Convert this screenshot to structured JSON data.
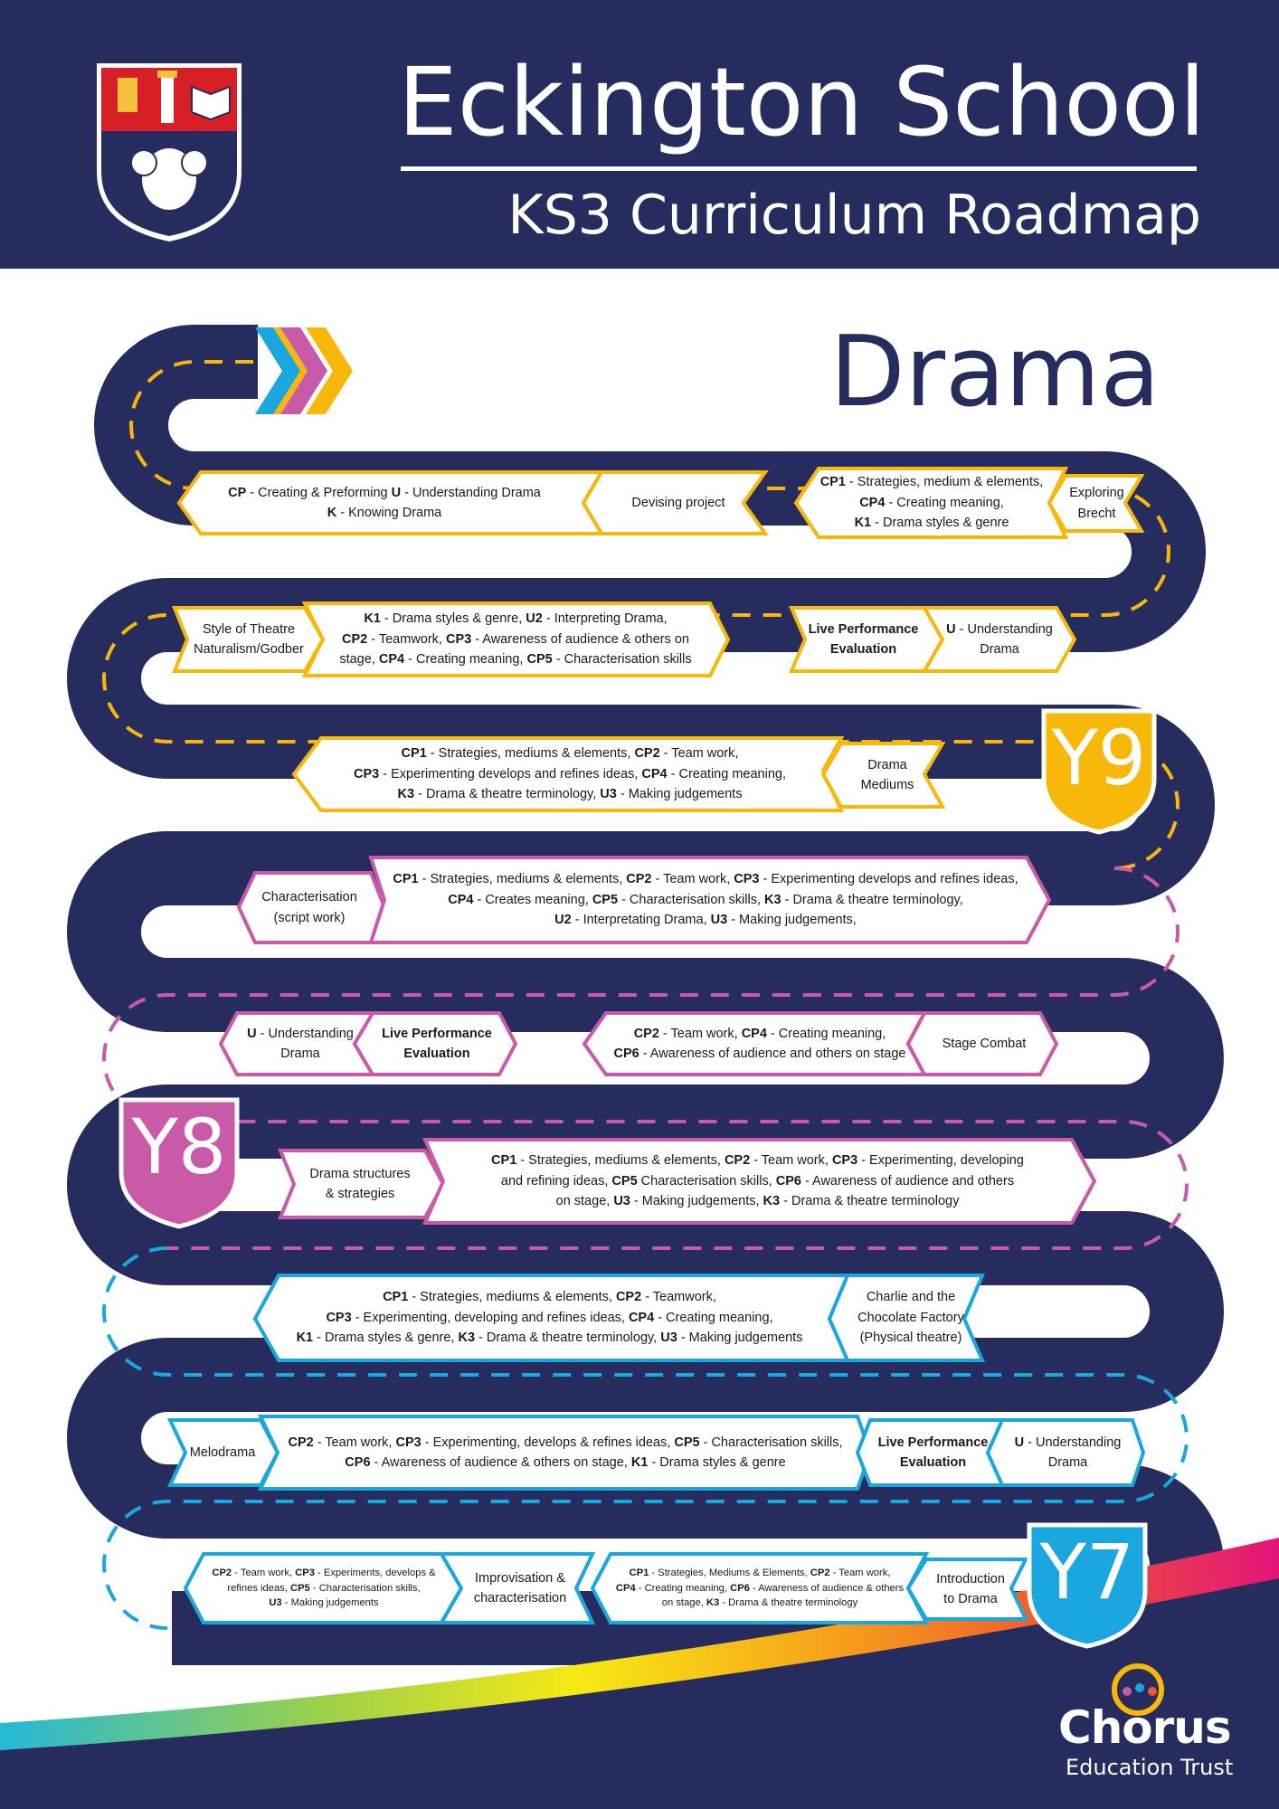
{
  "header": {
    "school": "Eckington School",
    "subtitle": "KS3 Curriculum Roadmap"
  },
  "subject": "Drama",
  "colors": {
    "navy": "#262c5e",
    "y9": "#f7b80a",
    "y8": "#c95aa8",
    "y7": "#1aa7e0"
  },
  "legend": {
    "line1": "CP - Creating & Preforming  U -  Understanding Drama",
    "line2": "K -  Knowing Drama"
  },
  "year9": {
    "marker": "Y9",
    "devising": "Devising project",
    "brecht_objectives": [
      "CP1 - Strategies, medium & elements,",
      "CP4 - Creating meaning,",
      "K1 - Drama styles & genre"
    ],
    "brecht": [
      "Exploring",
      "Brecht"
    ],
    "style_of_theatre": [
      "Style of Theatre",
      "Naturalism/Godber"
    ],
    "style_objectives": [
      "K1 - Drama styles & genre, U2 - Interpreting Drama,",
      "CP2 - Teamwork, CP3 - Awareness of audience & others on",
      "stage, CP4 - Creating meaning, CP5 - Characterisation skills"
    ],
    "live_performance": [
      "Live Performance",
      "Evaluation"
    ],
    "understanding": [
      "U - Understanding",
      "Drama"
    ],
    "mediums_objectives": [
      "CP1 - Strategies, mediums & elements, CP2 - Team work,",
      "CP3 - Experimenting develops and refines ideas,  CP4 - Creating meaning,",
      "K3 - Drama & theatre terminology, U3 - Making judgements"
    ],
    "drama_mediums": [
      "Drama",
      "Mediums"
    ]
  },
  "year8": {
    "marker": "Y8",
    "characterisation": [
      "Characterisation",
      "(script work)"
    ],
    "char_objectives": [
      "CP1 - Strategies, mediums & elements, CP2 - Team work, CP3 - Experimenting develops and refines ideas,",
      "CP4 - Creates meaning, CP5 - Characterisation skills, K3 -  Drama & theatre terminology,",
      "U2 -  Interpretating Drama, U3 -  Making judgements,"
    ],
    "understanding": [
      "U - Understanding",
      "Drama"
    ],
    "live_performance": [
      "Live Performance",
      "Evaluation"
    ],
    "combat_objectives": [
      "CP2 - Team work, CP4 - Creating meaning,",
      "CP6 - Awareness of audience and others on stage"
    ],
    "stage_combat": "Stage Combat",
    "structures": [
      "Drama structures",
      "& strategies"
    ],
    "structures_objectives": [
      "CP1 - Strategies, mediums & elements, CP2 - Team work,  CP3 - Experimenting, developing",
      "and refining ideas, CP5 Characterisation skills, CP6 - Awareness of audience and others",
      "on stage, U3 - Making judgements,   K3 - Drama & theatre terminology"
    ]
  },
  "year7": {
    "marker": "Y7",
    "charlie_objectives": [
      "CP1 - Strategies, mediums & elements, CP2 - Teamwork,",
      "CP3 - Experimenting, developing and refines ideas, CP4 - Creating meaning,",
      "K1 - Drama styles & genre, K3 - Drama & theatre terminology, U3 - Making judgements"
    ],
    "charlie": [
      "Charlie and the",
      "Chocolate Factory",
      "(Physical theatre)"
    ],
    "melodrama": "Melodrama",
    "melodrama_objectives": [
      "CP2 - Team work, CP3 - Experimenting, develops & refines ideas, CP5 - Characterisation skills,",
      "CP6 - Awareness of audience & others on stage, K1 - Drama styles & genre"
    ],
    "live_performance": [
      "Live Performance",
      "Evaluation"
    ],
    "understanding": [
      "U - Understanding",
      "Drama"
    ],
    "impro_objectives": [
      "CP2 - Team work, CP3 - Experiments, develops &",
      "refines ideas, CP5 - Characterisation skills,",
      "U3 - Making judgements"
    ],
    "improvisation": [
      "Improvisation &",
      "characterisation"
    ],
    "intro_objectives": [
      "CP1 - Strategies, Mediums & Elements, CP2 - Team work,",
      "CP4 - Creating meaning, CP6 - Awareness of audience & others",
      "on stage, K3 - Drama & theatre terminology"
    ],
    "introduction": [
      "Introduction",
      "to Drama"
    ]
  },
  "footer": {
    "brand": "Chorus",
    "trust": "Education Trust"
  }
}
